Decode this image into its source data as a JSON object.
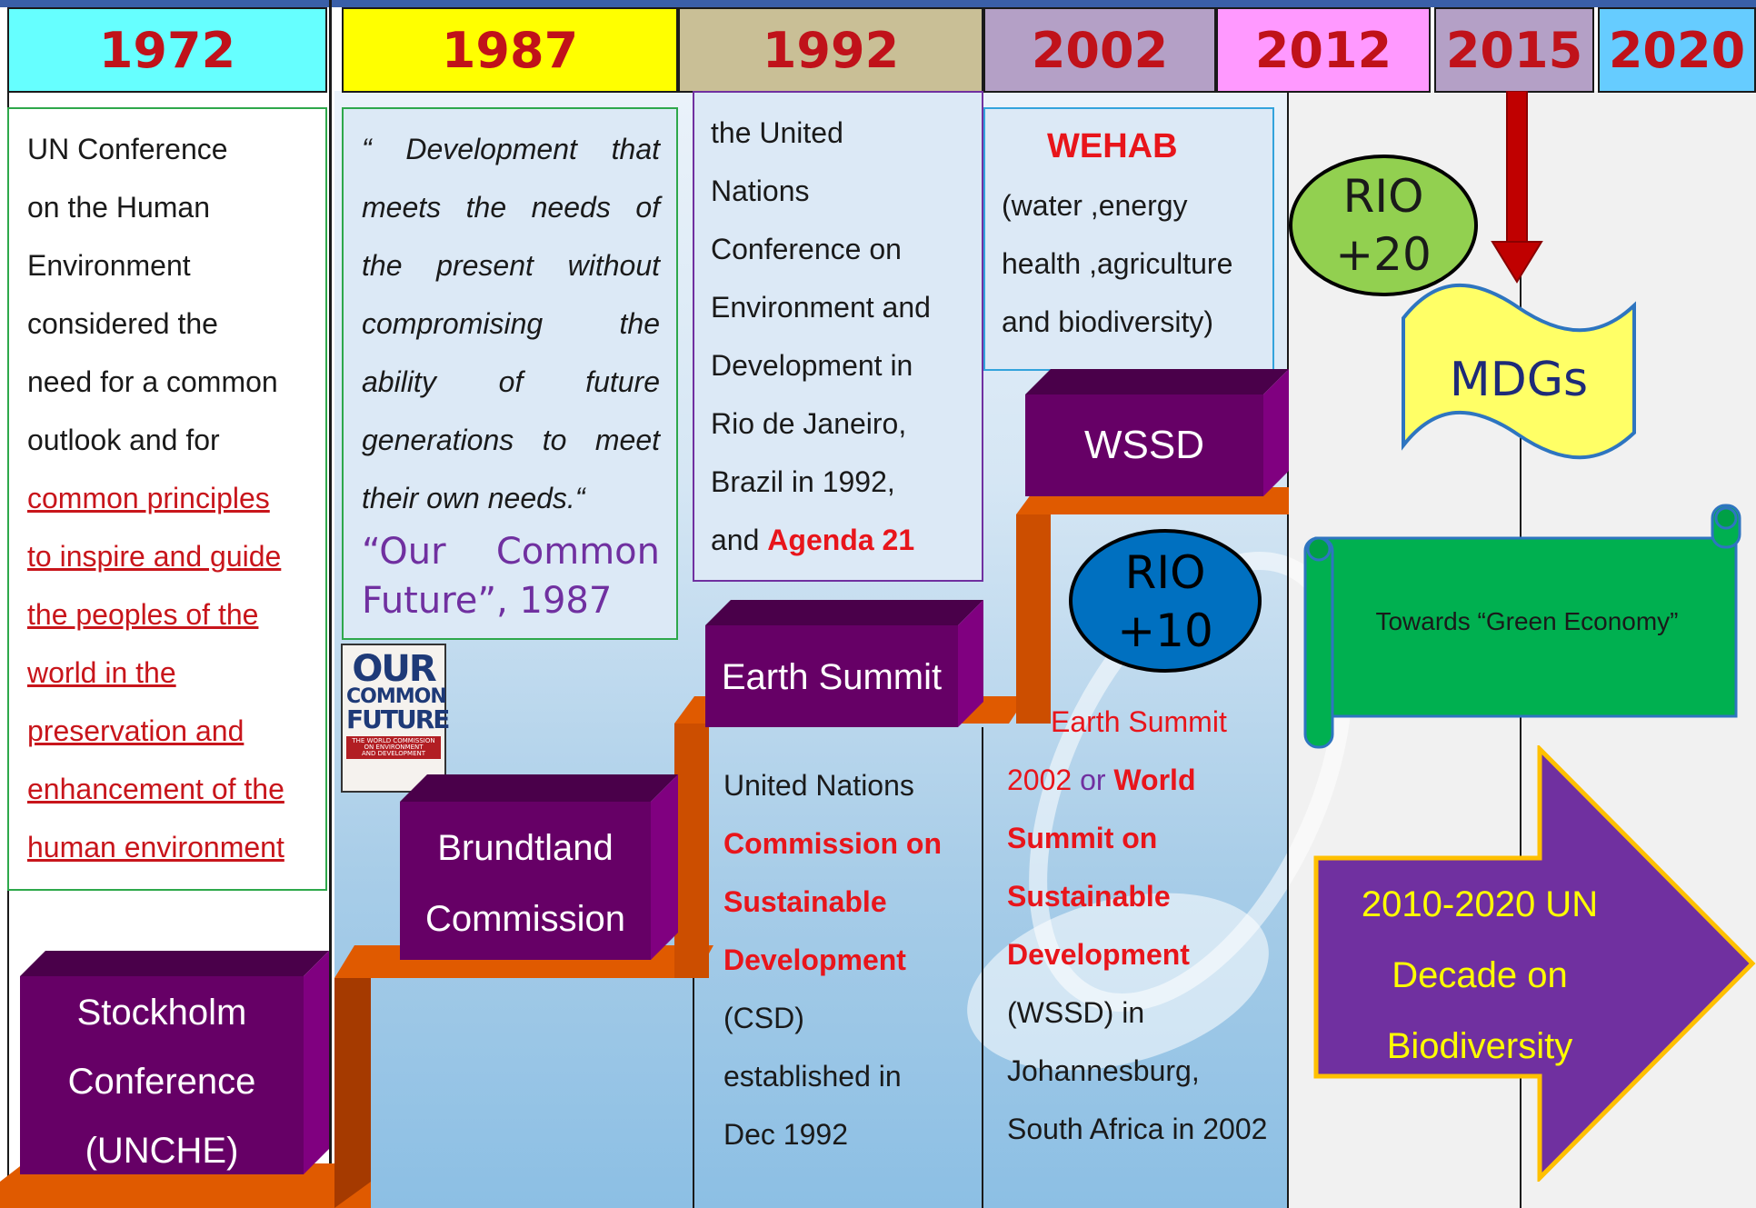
{
  "years": [
    {
      "label": "1972",
      "color": "#66ffff"
    },
    {
      "label": "1987",
      "color": "#ffff00"
    },
    {
      "label": "1992",
      "color": "#c9bf96"
    },
    {
      "label": "2002",
      "color": "#b4a0c6"
    },
    {
      "label": "2012",
      "color": "#ff99ff"
    },
    {
      "label": "2015",
      "color": "#b4a0c6"
    },
    {
      "label": "2020",
      "color": "#66ccff"
    }
  ],
  "col1972": {
    "lines_black": [
      "UN Conference",
      "on the Human",
      "Environment",
      "considered the",
      "need for a common",
      "outlook and for"
    ],
    "lines_red": [
      "common principles",
      "to inspire and guide",
      "the peoples of the",
      "world in the",
      "preservation and",
      "enhancement of the",
      "human environment"
    ]
  },
  "col1987": {
    "quote_lines": [
      "“ Development that",
      "meets the needs of",
      "the present without",
      "compromising the",
      "ability of future",
      "generations to meet",
      "their own needs.“"
    ],
    "citation_1": "“Our Common",
    "citation_2": "Future”, 1987",
    "book": {
      "line1": "OUR",
      "line2": "COMMON",
      "line3": "FUTURE",
      "small1": "THE WORLD COMMISSION",
      "small2": "ON ENVIRONMENT",
      "small3": "AND DEVELOPMENT"
    }
  },
  "col1992": {
    "lines": [
      "the United",
      "Nations",
      "Conference on",
      "Environment and",
      "Development in",
      "Rio de Janeiro,",
      "Brazil in 1992,"
    ],
    "last_prefix": "and ",
    "last_red": "Agenda 21",
    "csd_line1": "United Nations",
    "csd_red": [
      "Commission on",
      "Sustainable",
      "Development"
    ],
    "csd_rest": [
      "(CSD)",
      "established in",
      "Dec 1992"
    ]
  },
  "col2002": {
    "wehab_title": "WEHAB",
    "wehab_lines": [
      "(water ,energy",
      "health ,agriculture",
      "and biodiversity)"
    ],
    "summit_red1": "Earth Summit",
    "summit_red2_a": "2002",
    "summit_mid": " or ",
    "summit_red2_b": "World",
    "summit_bold_red": [
      "Summit on",
      "Sustainable",
      "Development"
    ],
    "summit_rest": [
      "(WSSD) in",
      "Johannesburg,",
      "South Africa in 2002"
    ]
  },
  "stairs": {
    "stockholm": [
      "Stockholm",
      "Conference",
      "(UNCHE)"
    ],
    "brundtland": [
      "Brundtland",
      "Commission"
    ],
    "earth_summit": "Earth Summit",
    "wssd": "WSSD"
  },
  "circles": {
    "rio10_a": "RIO",
    "rio10_b": "+10",
    "rio20_a": "RIO",
    "rio20_b": "+20"
  },
  "right": {
    "mdgs": "MDGs",
    "green_economy": "Towards “Green Economy”",
    "decade": [
      "2010-2020 UN",
      "Decade on",
      "Biodiversity"
    ]
  },
  "colors": {
    "stair_orange": "#e05a00",
    "box_purple": "#660066",
    "arrow_purple": "#7030a0",
    "decade_text": "#ffff00",
    "scroll_green": "#00b050",
    "rio10_blue": "#0070c0",
    "rio20_green": "#92d050",
    "mdg_yellow": "#ffff66",
    "down_arrow_red": "#c00000"
  }
}
